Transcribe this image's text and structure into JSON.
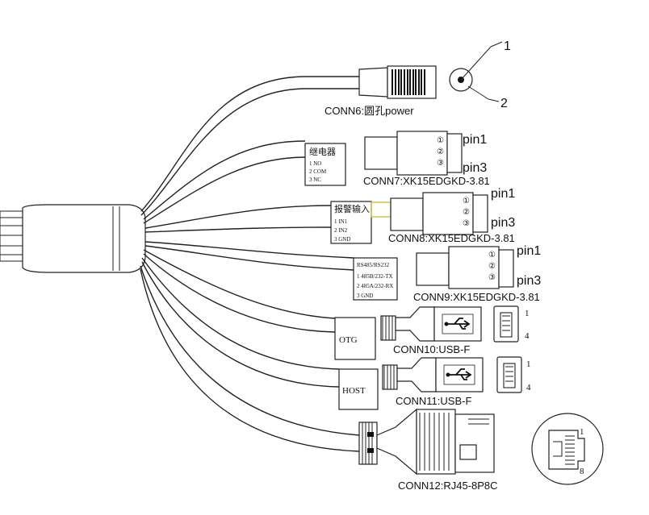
{
  "conn6": {
    "label": "CONN6:圆孔power",
    "pin1": "1",
    "pin2": "2"
  },
  "conn7": {
    "label": "CONN7:XK15EDGKD-3.81",
    "title": "继电器",
    "rows": [
      "1  NO",
      "2  COM",
      "3  NC"
    ],
    "pin_top": "pin1",
    "pin_bottom": "pin3",
    "circles": [
      "①",
      "②",
      "③"
    ]
  },
  "conn8": {
    "label": "CONN8:XK15EDGKD-3.81",
    "title": "报警输入",
    "rows": [
      "1  IN1",
      "2  IN2",
      "3  GND"
    ],
    "pin_top": "pin1",
    "pin_bottom": "pin3",
    "circles": [
      "①",
      "②",
      "③"
    ]
  },
  "conn9": {
    "label": "CONN9:XK15EDGKD-3.81",
    "title": "RS485/RS232",
    "rows": [
      "1 485B/232-TX",
      "2 485A/232-RX",
      "3  GND"
    ],
    "pin_top": "pin1",
    "pin_bottom": "pin3",
    "circles": [
      "①",
      "②",
      "③"
    ]
  },
  "conn10": {
    "label": "CONN10:USB-F",
    "tag": "OTG",
    "pin_top": "1",
    "pin_bottom": "4"
  },
  "conn11": {
    "label": "CONN11:USB-F",
    "tag": "HOST",
    "pin_top": "1",
    "pin_bottom": "4"
  },
  "conn12": {
    "label": "CONN12:RJ45-8P8C",
    "pin_top": "1",
    "pin_bottom": "8"
  }
}
